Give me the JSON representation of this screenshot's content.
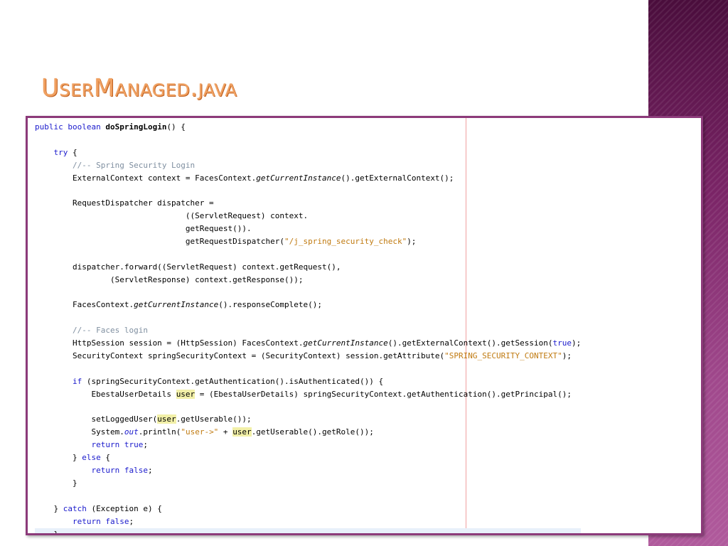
{
  "slide": {
    "title": "UserManaged.java",
    "accent_color": "#f0a060",
    "frame_color": "#8c3a7a",
    "side_panel_color": "#7a2466"
  },
  "code": {
    "keyword_color": "#1a1acc",
    "string_color": "#c07a10",
    "comment_color": "#7f8fa0",
    "lines": [
      [
        [
          "kw",
          "public boolean "
        ],
        [
          "bold",
          "doSpringLogin"
        ],
        [
          "",
          "() {"
        ]
      ],
      [],
      [
        [
          "",
          "    "
        ],
        [
          "kw",
          "try"
        ],
        [
          "",
          " {"
        ]
      ],
      [
        [
          "",
          "        "
        ],
        [
          "cmt",
          "//-- Spring Security Login"
        ]
      ],
      [
        [
          "",
          "        ExternalContext context = FacesContext."
        ],
        [
          "it",
          "getCurrentInstance"
        ],
        [
          "",
          "().getExternalContext();"
        ]
      ],
      [],
      [
        [
          "",
          "        RequestDispatcher dispatcher ="
        ]
      ],
      [
        [
          "",
          "                                ((ServletRequest) context."
        ]
      ],
      [
        [
          "",
          "                                getRequest())."
        ]
      ],
      [
        [
          "",
          "                                getRequestDispatcher("
        ],
        [
          "str",
          "\"/j_spring_security_check\""
        ],
        [
          "",
          ");"
        ]
      ],
      [],
      [
        [
          "",
          "        dispatcher.forward((ServletRequest) context.getRequest(),"
        ]
      ],
      [
        [
          "",
          "                (ServletResponse) context.getResponse());"
        ]
      ],
      [],
      [
        [
          "",
          "        FacesContext."
        ],
        [
          "it",
          "getCurrentInstance"
        ],
        [
          "",
          "().responseComplete();"
        ]
      ],
      [],
      [
        [
          "",
          "        "
        ],
        [
          "cmt",
          "//-- Faces login"
        ]
      ],
      [
        [
          "",
          "        HttpSession session = (HttpSession) FacesContext."
        ],
        [
          "it",
          "getCurrentInstance"
        ],
        [
          "",
          "().getExternalContext().getSession("
        ],
        [
          "kw",
          "true"
        ],
        [
          "",
          ");"
        ]
      ],
      [
        [
          "",
          "        SecurityContext springSecurityContext = (SecurityContext) session.getAttribute("
        ],
        [
          "str",
          "\"SPRING_SECURITY_CONTEXT\""
        ],
        [
          "",
          ");"
        ]
      ],
      [],
      [
        [
          "",
          "        "
        ],
        [
          "kw",
          "if"
        ],
        [
          "",
          " (springSecurityContext.getAuthentication().isAuthenticated()) {"
        ]
      ],
      [
        [
          "",
          "            EbestaUserDetails "
        ],
        [
          "occ",
          "user"
        ],
        [
          "",
          " = (EbestaUserDetails) springSecurityContext.getAuthentication().getPrincipal();"
        ]
      ],
      [],
      [
        [
          "",
          "            setLoggedUser("
        ],
        [
          "occ",
          "user"
        ],
        [
          "",
          ".getUserable());"
        ]
      ],
      [
        [
          "",
          "            System."
        ],
        [
          "field",
          "out"
        ],
        [
          "",
          ".println("
        ],
        [
          "str",
          "\"user->\""
        ],
        [
          "",
          " + "
        ],
        [
          "occ",
          "user"
        ],
        [
          "",
          ".getUserable().getRole());"
        ]
      ],
      [
        [
          "",
          "            "
        ],
        [
          "kw",
          "return true"
        ],
        [
          "",
          ";"
        ]
      ],
      [
        [
          "",
          "        } "
        ],
        [
          "kw",
          "else"
        ],
        [
          "",
          " {"
        ]
      ],
      [
        [
          "",
          "            "
        ],
        [
          "kw",
          "return false"
        ],
        [
          "",
          ";"
        ]
      ],
      [
        [
          "",
          "        }"
        ]
      ],
      [],
      [
        [
          "",
          "    } "
        ],
        [
          "kw",
          "catch"
        ],
        [
          "",
          " (Exception e) {"
        ]
      ],
      [
        [
          "",
          "        "
        ],
        [
          "kw",
          "return false"
        ],
        [
          "",
          ";"
        ]
      ],
      [
        [
          "",
          "    }"
        ]
      ]
    ]
  }
}
